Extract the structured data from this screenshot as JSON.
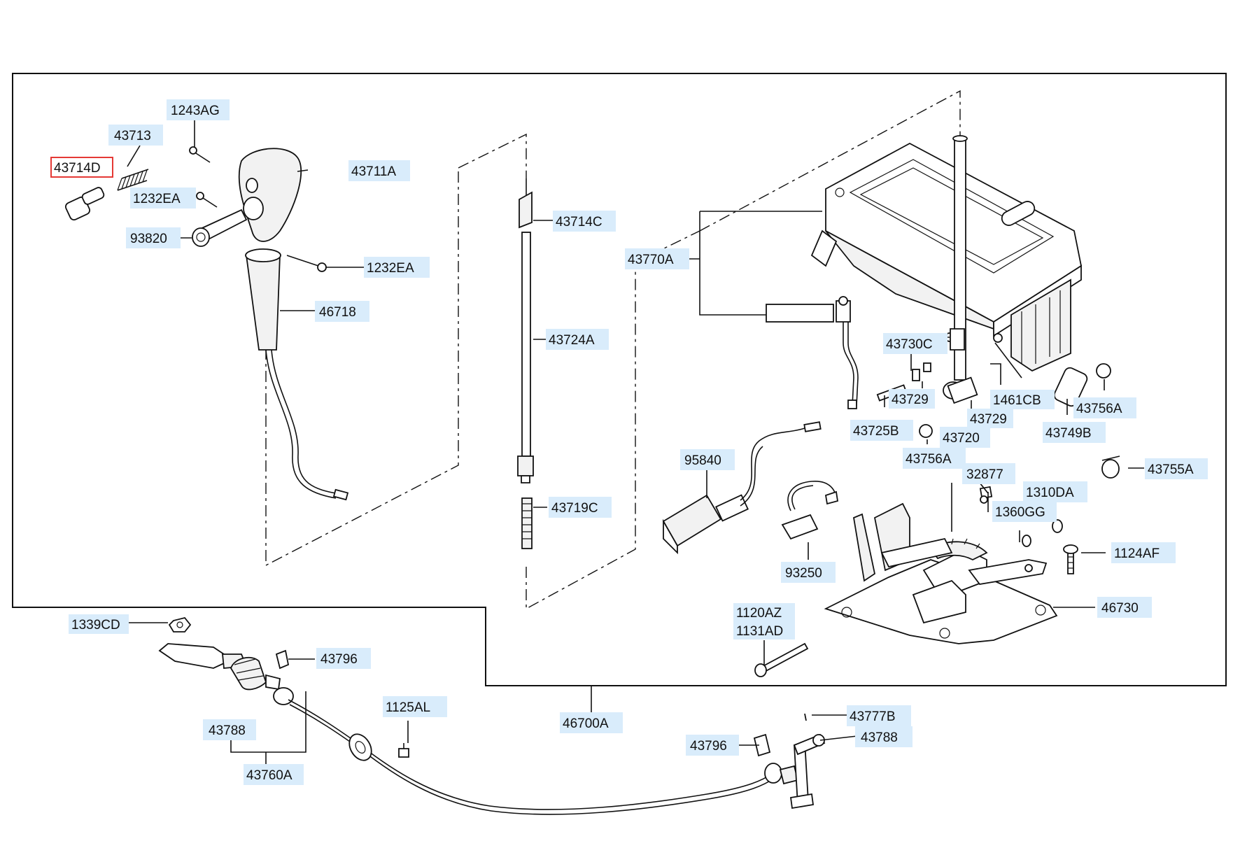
{
  "diagram": {
    "labels": [
      {
        "id": "43714D",
        "text": "43714D",
        "selected": true
      },
      {
        "id": "43713",
        "text": "43713"
      },
      {
        "id": "1243AG",
        "text": "1243AG"
      },
      {
        "id": "43711A",
        "text": "43711A"
      },
      {
        "id": "1232EA-a",
        "text": "1232EA"
      },
      {
        "id": "93820",
        "text": "93820"
      },
      {
        "id": "1232EA-b",
        "text": "1232EA"
      },
      {
        "id": "46718",
        "text": "46718"
      },
      {
        "id": "43714C",
        "text": "43714C"
      },
      {
        "id": "43724A",
        "text": "43724A"
      },
      {
        "id": "43719C",
        "text": "43719C"
      },
      {
        "id": "43770A",
        "text": "43770A"
      },
      {
        "id": "43730C",
        "text": "43730C"
      },
      {
        "id": "43729-a",
        "text": "43729"
      },
      {
        "id": "43725B",
        "text": "43725B"
      },
      {
        "id": "43720",
        "text": "43720"
      },
      {
        "id": "43729-b",
        "text": "43729"
      },
      {
        "id": "1461CB",
        "text": "1461CB"
      },
      {
        "id": "43756A-a",
        "text": "43756A"
      },
      {
        "id": "43749B",
        "text": "43749B"
      },
      {
        "id": "43756A-b",
        "text": "43756A"
      },
      {
        "id": "43755A",
        "text": "43755A"
      },
      {
        "id": "95840",
        "text": "95840"
      },
      {
        "id": "32877",
        "text": "32877"
      },
      {
        "id": "1310DA",
        "text": "1310DA"
      },
      {
        "id": "1360GG",
        "text": "1360GG"
      },
      {
        "id": "1124AF",
        "text": "1124AF"
      },
      {
        "id": "93250",
        "text": "93250"
      },
      {
        "id": "46730",
        "text": "46730"
      },
      {
        "id": "1120AZ",
        "text": "1120AZ"
      },
      {
        "id": "1131AD",
        "text": "1131AD"
      },
      {
        "id": "1339CD",
        "text": "1339CD"
      },
      {
        "id": "43796-a",
        "text": "43796"
      },
      {
        "id": "1125AL",
        "text": "1125AL"
      },
      {
        "id": "46700A",
        "text": "46700A"
      },
      {
        "id": "43788-a",
        "text": "43788"
      },
      {
        "id": "43760A",
        "text": "43760A"
      },
      {
        "id": "43777B",
        "text": "43777B"
      },
      {
        "id": "43796-b",
        "text": "43796"
      },
      {
        "id": "43788-b",
        "text": "43788"
      }
    ],
    "colors": {
      "label_fill": "#d9ecfb",
      "selected_outline": "#e53935",
      "line": "#111111"
    }
  }
}
